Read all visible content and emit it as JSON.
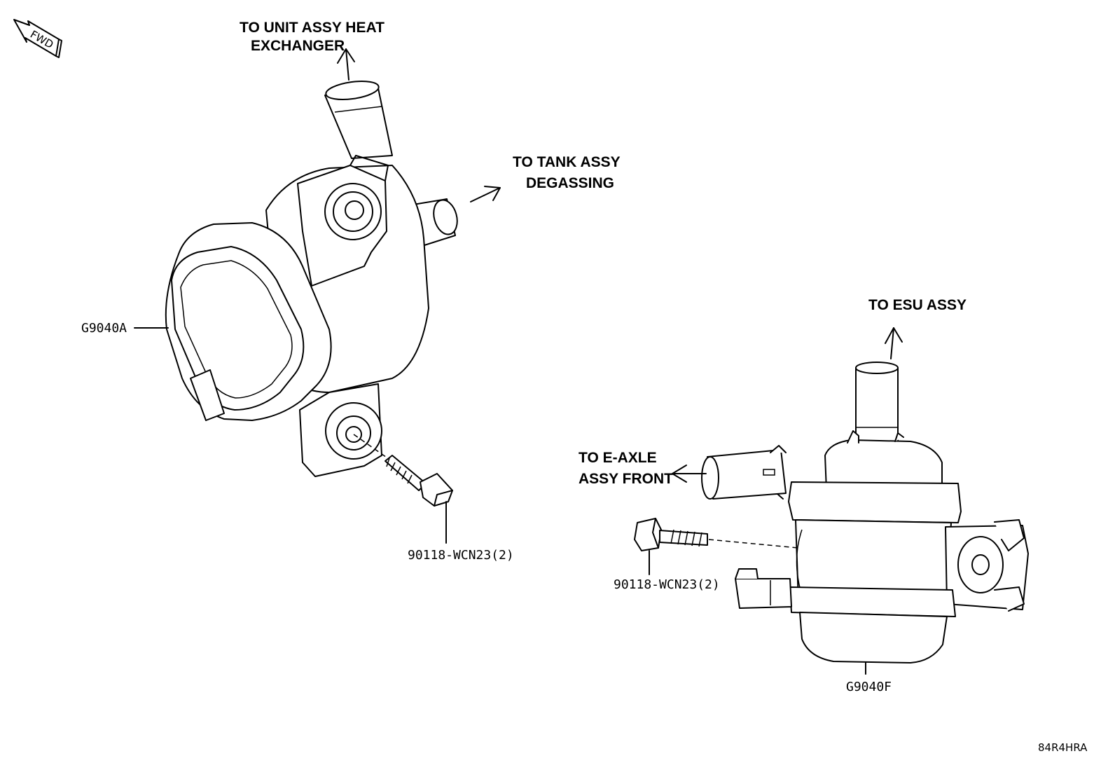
{
  "fwd_label": "FWD",
  "callouts": {
    "heat_exchanger_line1": "TO UNIT ASSY HEAT",
    "heat_exchanger_line2": "EXCHANGER",
    "tank_degassing_line1": "TO TANK ASSY",
    "tank_degassing_line2": "DEGASSING",
    "esu_assy": "TO ESU ASSY",
    "e_axle_line1": "TO E-AXLE",
    "e_axle_line2": "ASSY FRONT"
  },
  "parts": {
    "pump_a": "G9040A",
    "pump_f": "G9040F",
    "bolt_a": "90118-WCN23(2)",
    "bolt_f": "90118-WCN23(2)"
  },
  "illustration_code": "84R4HRA"
}
